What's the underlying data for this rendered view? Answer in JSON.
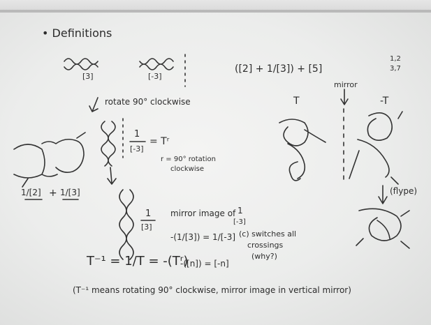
{
  "board": {
    "title": "• Definitions",
    "top_left": {
      "tangle_a_label": "[3]",
      "tangle_b_label": "[-3]",
      "rotate_note": "rotate 90° clockwise",
      "frac_num": "1",
      "frac_den": "[-3]",
      "equals_T": "= Tʳ",
      "rotation_note_1": "r = 90° rotation",
      "rotation_note_2": "clockwise"
    },
    "left_sum": {
      "term_1": "1/[2]",
      "plus": "+",
      "term_2": "1/[3]"
    },
    "middle": {
      "frac_num": "1",
      "frac_den": "[3]",
      "mirror_line_1": "mirror image of",
      "mirror_frac_num": "1",
      "mirror_frac_den": "[-3]",
      "eq_line": "-(1/[3]) = 1/[-3]",
      "neg_line": "-([n]) = [-n]",
      "note_1": "(c) switches all",
      "note_2": "crossings",
      "note_3": "(why?)",
      "inverse_line": "T⁻¹ = 1/T = -(Tʳ)"
    },
    "bottom": {
      "note": "(T⁻¹ means rotating 90° clockwise, mirror image in vertical mirror)"
    },
    "right": {
      "expression": "([2] + 1/[3]) + [5]",
      "corner_top": "1,2",
      "corner_bottom": "3,7",
      "label_T": "T",
      "label_mirror": "mirror",
      "label_neg_T": "-T",
      "flype_label": "(flype)"
    }
  },
  "colors": {
    "ink": "#2c2c2c",
    "board": "#eeeeed",
    "trim": "#b9b9b9"
  }
}
